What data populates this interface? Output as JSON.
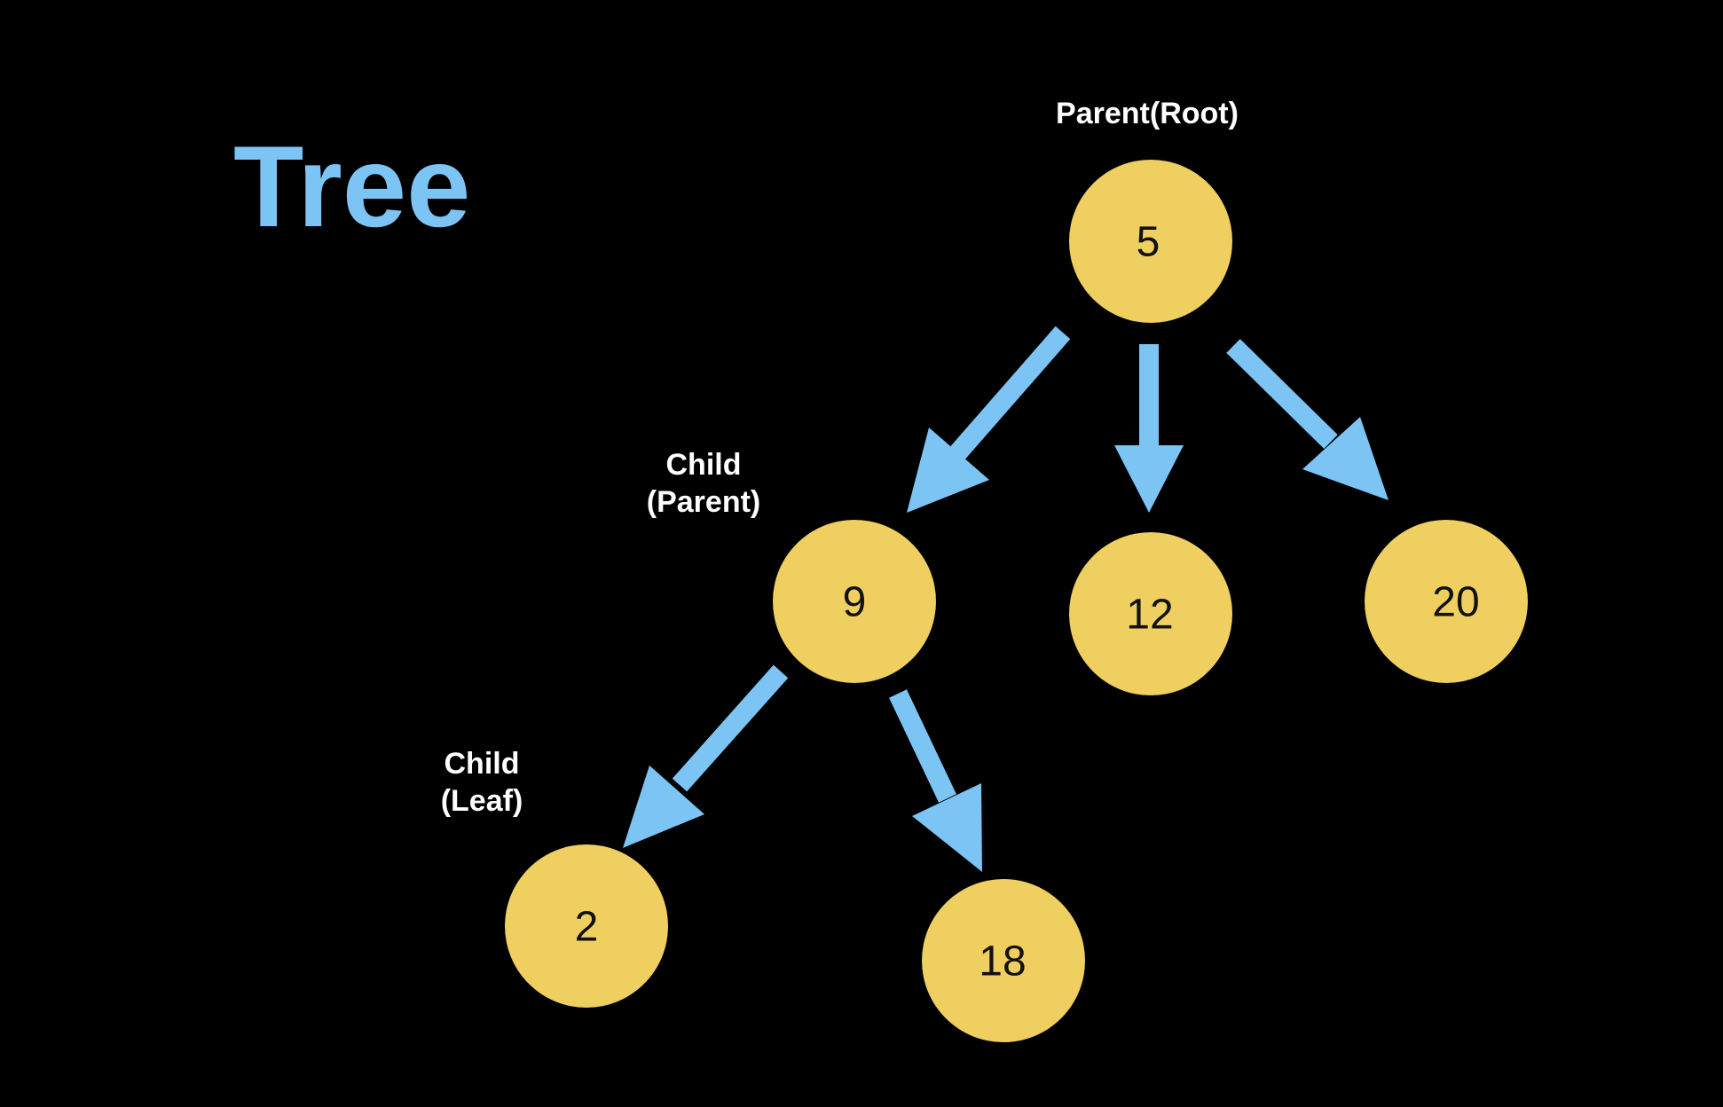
{
  "title": "Tree",
  "colors": {
    "background": "#000000",
    "title": "#7cc4f4",
    "node_fill": "#efcf60",
    "node_text": "#111111",
    "edge": "#7cc4f4",
    "label": "#ffffff"
  },
  "nodes": [
    {
      "id": "n5",
      "value": "5"
    },
    {
      "id": "n9",
      "value": "9"
    },
    {
      "id": "n12",
      "value": "12"
    },
    {
      "id": "n20",
      "value": "20"
    },
    {
      "id": "n2",
      "value": "2"
    },
    {
      "id": "n18",
      "value": "18"
    }
  ],
  "edges": [
    {
      "from": "n5",
      "to": "n9"
    },
    {
      "from": "n5",
      "to": "n12"
    },
    {
      "from": "n5",
      "to": "n20"
    },
    {
      "from": "n9",
      "to": "n2"
    },
    {
      "from": "n9",
      "to": "n18"
    }
  ],
  "labels": {
    "root": [
      "Parent(Root)"
    ],
    "child_parent": [
      "Child",
      "(Parent)"
    ],
    "child_leaf": [
      "Child",
      "(Leaf)"
    ]
  }
}
